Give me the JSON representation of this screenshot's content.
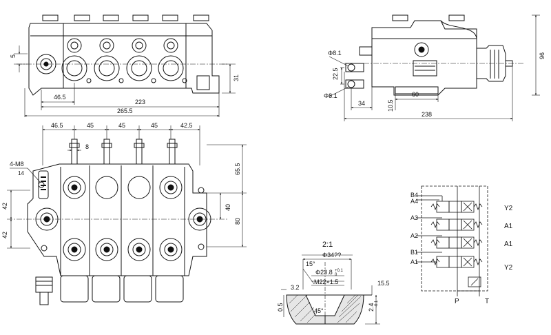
{
  "front_view": {
    "dim_5": "5",
    "dim_31": "31",
    "dim_46_5": "46.5",
    "dim_223": "223",
    "dim_265_5": "265.5"
  },
  "side_view": {
    "dim_phi8_1_top": "Φ8.1",
    "dim_22_5": "22.5",
    "dim_phi8_1_bottom": "Φ8.1",
    "dim_34": "34",
    "dim_10_5": "10.5",
    "dim_60": "60",
    "dim_238": "238",
    "dim_96": "96"
  },
  "top_view": {
    "dim_46_5": "46.5",
    "dim_45_a": "45",
    "dim_45_b": "45",
    "dim_45_c": "45",
    "dim_42_5": "42.5",
    "dim_8": "8",
    "mount_holes": "4-M8",
    "depth_14": "14",
    "dim_42_top": "42",
    "dim_42_bottom": "42",
    "dim_65_5": "65.5",
    "dim_40": "40",
    "dim_80": "80"
  },
  "detail_view": {
    "scale": "2:1",
    "phi34": "Φ34??",
    "angle15": "15°",
    "phi23_8": "Φ23.8",
    "tol_plus": "+0.1",
    "tol_zero": "0",
    "thread": "M22×1.5",
    "dim_15_5": "15.5",
    "dim_3_2": "3.2",
    "dim_0_5": "0.5",
    "angle45": "45°",
    "dim_2_4": "2.4",
    "tol_minus": "-0.1"
  },
  "schematic": {
    "ports_left": [
      "B4",
      "A4",
      "A3",
      "A2",
      "B1",
      "A1"
    ],
    "function_labels": [
      "Y2",
      "A1",
      "A1",
      "Y2"
    ],
    "port_p": "P",
    "port_t": "T"
  }
}
